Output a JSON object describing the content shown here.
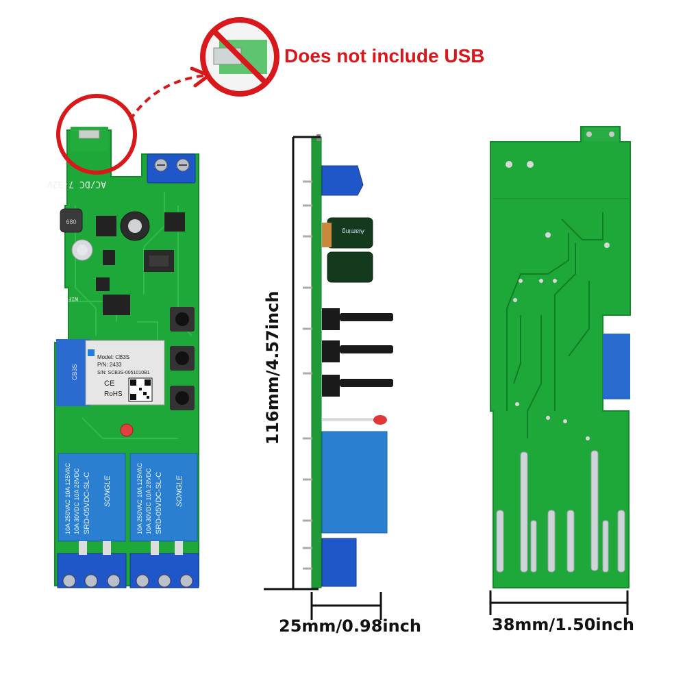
{
  "annotations": {
    "usb_note": "Does not include USB",
    "width_side": "25mm/0.98inch",
    "width_back": "38mm/1.50inch",
    "height_side": "116mm/4.57inch"
  },
  "board_front": {
    "power_label": "AC/DC 7-32V",
    "wifi_label": "WIFI",
    "module_model": "Model: CB3S",
    "module_pn": "P/N: 2433",
    "module_sn": "S/N: SCB3S-0051010B1",
    "module_ce": "CE",
    "module_rohs": "RoHS",
    "antenna_label": "CB3S",
    "relay_brand": "SONGLE",
    "relay_rating_1": "10A 250VAC  10A 125VAC",
    "relay_rating_2": "10A 30VDC  10A 28VDC",
    "relay_model": "SRD-05VDC-SL-C",
    "inductor_label": "680"
  },
  "board_side": {
    "cap_brand": "Aiaming"
  },
  "colors": {
    "pcb_green": "#1fa83a",
    "relay_blue": "#2b7fd0",
    "terminal_blue": "#1f56c8",
    "warning_red": "#d9181b"
  }
}
